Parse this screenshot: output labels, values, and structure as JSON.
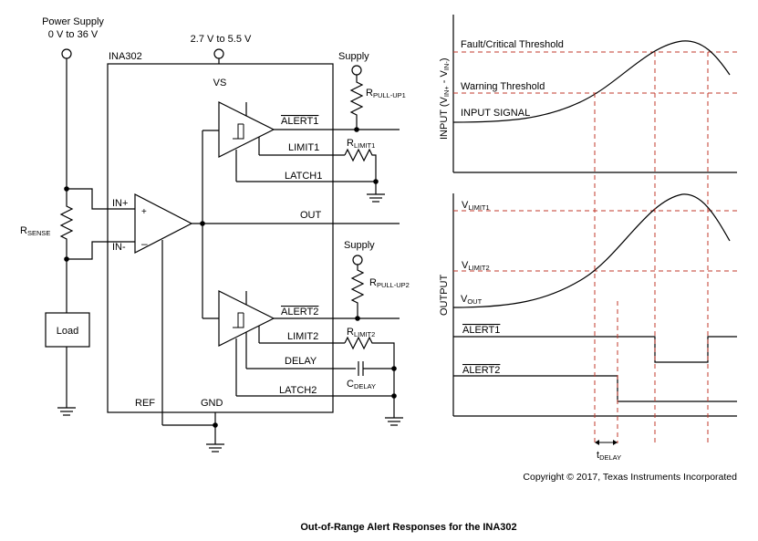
{
  "circuit": {
    "power_supply": "Power Supply",
    "power_range": "0 V to 36 V",
    "vs_range": "2.7 V to 5.5 V",
    "ic_name": "INA302",
    "vs": "VS",
    "in_plus": "IN+",
    "in_minus": "IN-",
    "rsense": "R",
    "rsense_sub": "SENSE",
    "load": "Load",
    "ref": "REF",
    "gnd": "GND",
    "out": "OUT",
    "supply1": "Supply",
    "supply2": "Supply",
    "rpull1": "R",
    "rpull1_sub": "PULL-UP1",
    "rpull2": "R",
    "rpull2_sub": "PULL-UP2",
    "alert1": "ALERT1",
    "alert2": "ALERT2",
    "limit1": "LIMIT1",
    "limit2": "LIMIT2",
    "latch1": "LATCH1",
    "latch2": "LATCH2",
    "delay": "DELAY",
    "rlimit1": "R",
    "rlimit1_sub": "LIMIT1",
    "rlimit2": "R",
    "rlimit2_sub": "LIMIT2",
    "cdelay": "C",
    "cdelay_sub": "DELAY"
  },
  "waveforms": {
    "fault_threshold": "Fault/Critical Threshold",
    "warning_threshold": "Warning Threshold",
    "input_signal": "INPUT SIGNAL",
    "input_axis": "INPUT (V",
    "input_axis_sub1": "IN+",
    "input_axis_mid": " - V",
    "input_axis_sub2": "IN-",
    "input_axis_end": ")",
    "output_axis": "OUTPUT",
    "vlimit1": "V",
    "vlimit1_sub": "LIMIT1",
    "vlimit2": "V",
    "vlimit2_sub": "LIMIT2",
    "vout": "V",
    "vout_sub": "OUT",
    "alert1": "ALERT1",
    "alert2": "ALERT2",
    "tdelay": "t",
    "tdelay_sub": "DELAY"
  },
  "copyright": "Copyright © 2017, Texas Instruments Incorporated",
  "caption": "Out-of-Range Alert Responses for the INA302",
  "colors": {
    "threshold_dash": "#c0392b",
    "line": "#000000"
  }
}
